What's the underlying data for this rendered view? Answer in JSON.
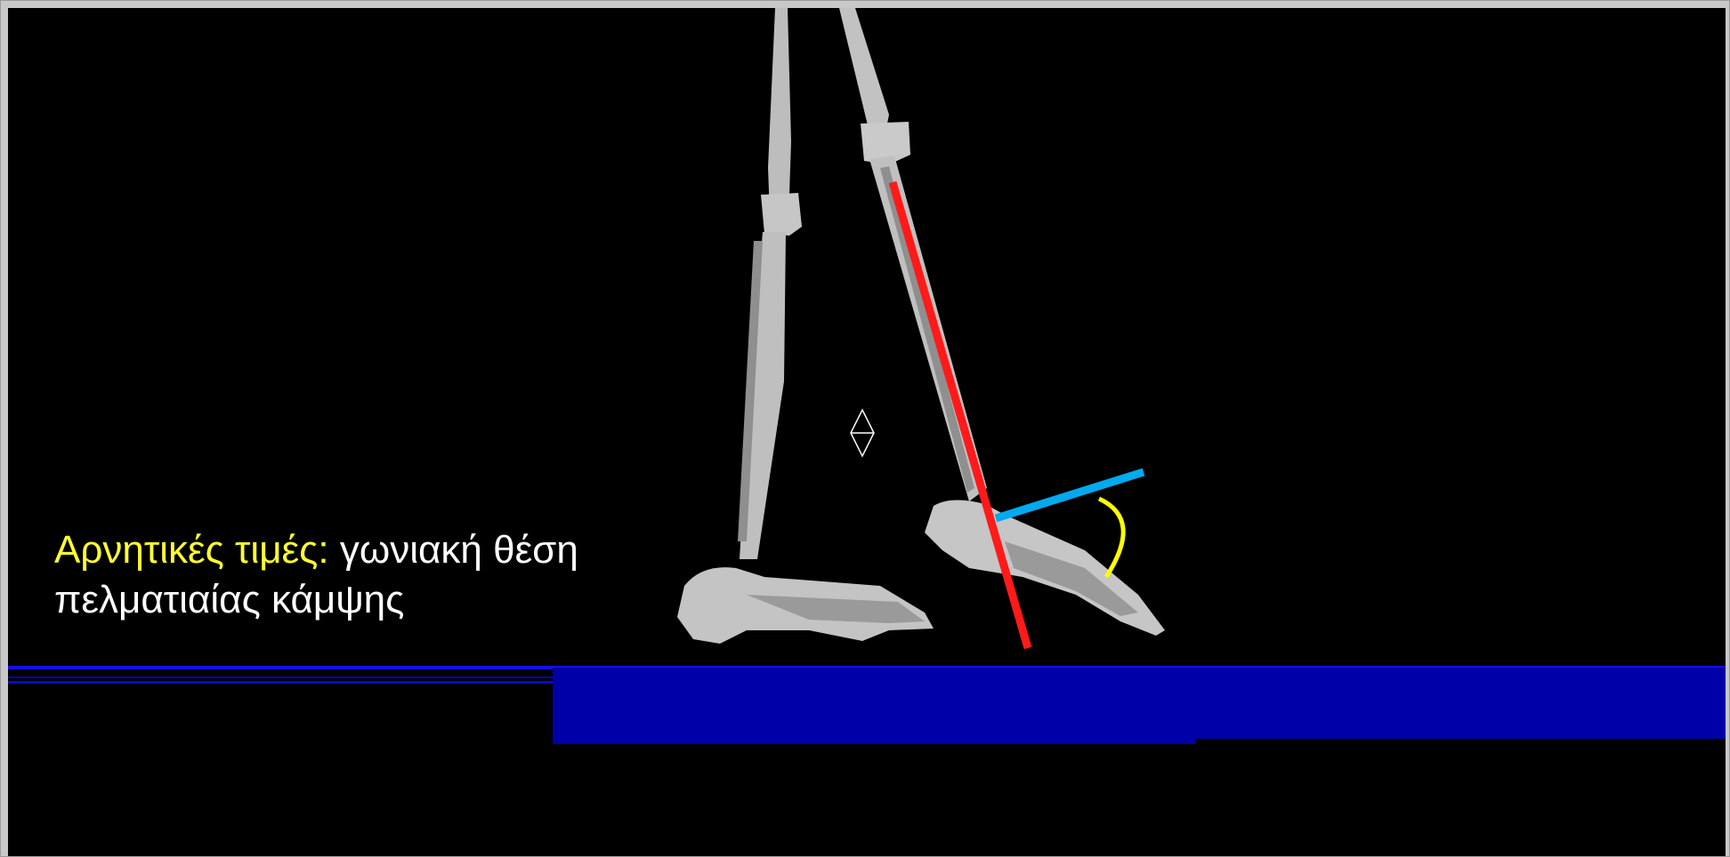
{
  "caption": {
    "highlight": "Αρνητικές τιμές:",
    "line1_rest": " γωνιακή θέση",
    "line2": "πελματιαίας κάμψης"
  },
  "colors": {
    "background": "#000000",
    "bone": "#c9c9c9",
    "bone_shadow": "#8f8f8f",
    "floor": "#0000a8",
    "floor_line": "#1010ff",
    "shank_axis": "#ff1a1a",
    "foot_axis": "#00aaee",
    "angle_arc": "#ffff00"
  },
  "icons": {
    "cursor": "move-cursor-icon"
  }
}
